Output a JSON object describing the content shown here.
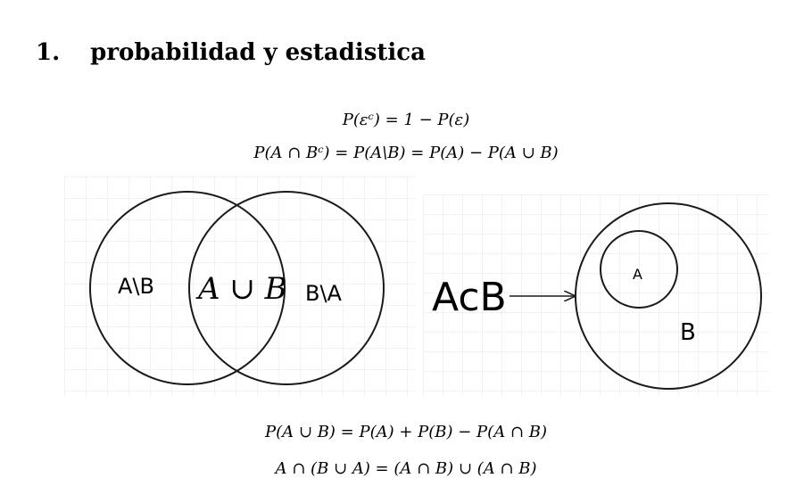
{
  "heading": {
    "number": "1.",
    "title": "probabilidad y estadistica"
  },
  "equations": [
    "P(εᶜ) = 1 − P(ε)",
    "P(A ∩ Bᶜ) = P(A\\B) = P(A) − P(A ∪ B)",
    "P(A ∪ B) = P(A) + P(B) − P(A ∩ B)",
    "A ∩ (B ∪ A) = (A ∩ B) ∪ (A ∩ B)"
  ],
  "venn": {
    "left_label": "A\\B",
    "middle_label": "A ∪ B",
    "right_label": "B\\A"
  },
  "subset": {
    "relation_label": "AcB",
    "inner_label": "A",
    "outer_label": "B"
  },
  "colors": {
    "grid": "#e6e6e6",
    "stroke": "#1a1a1a"
  }
}
